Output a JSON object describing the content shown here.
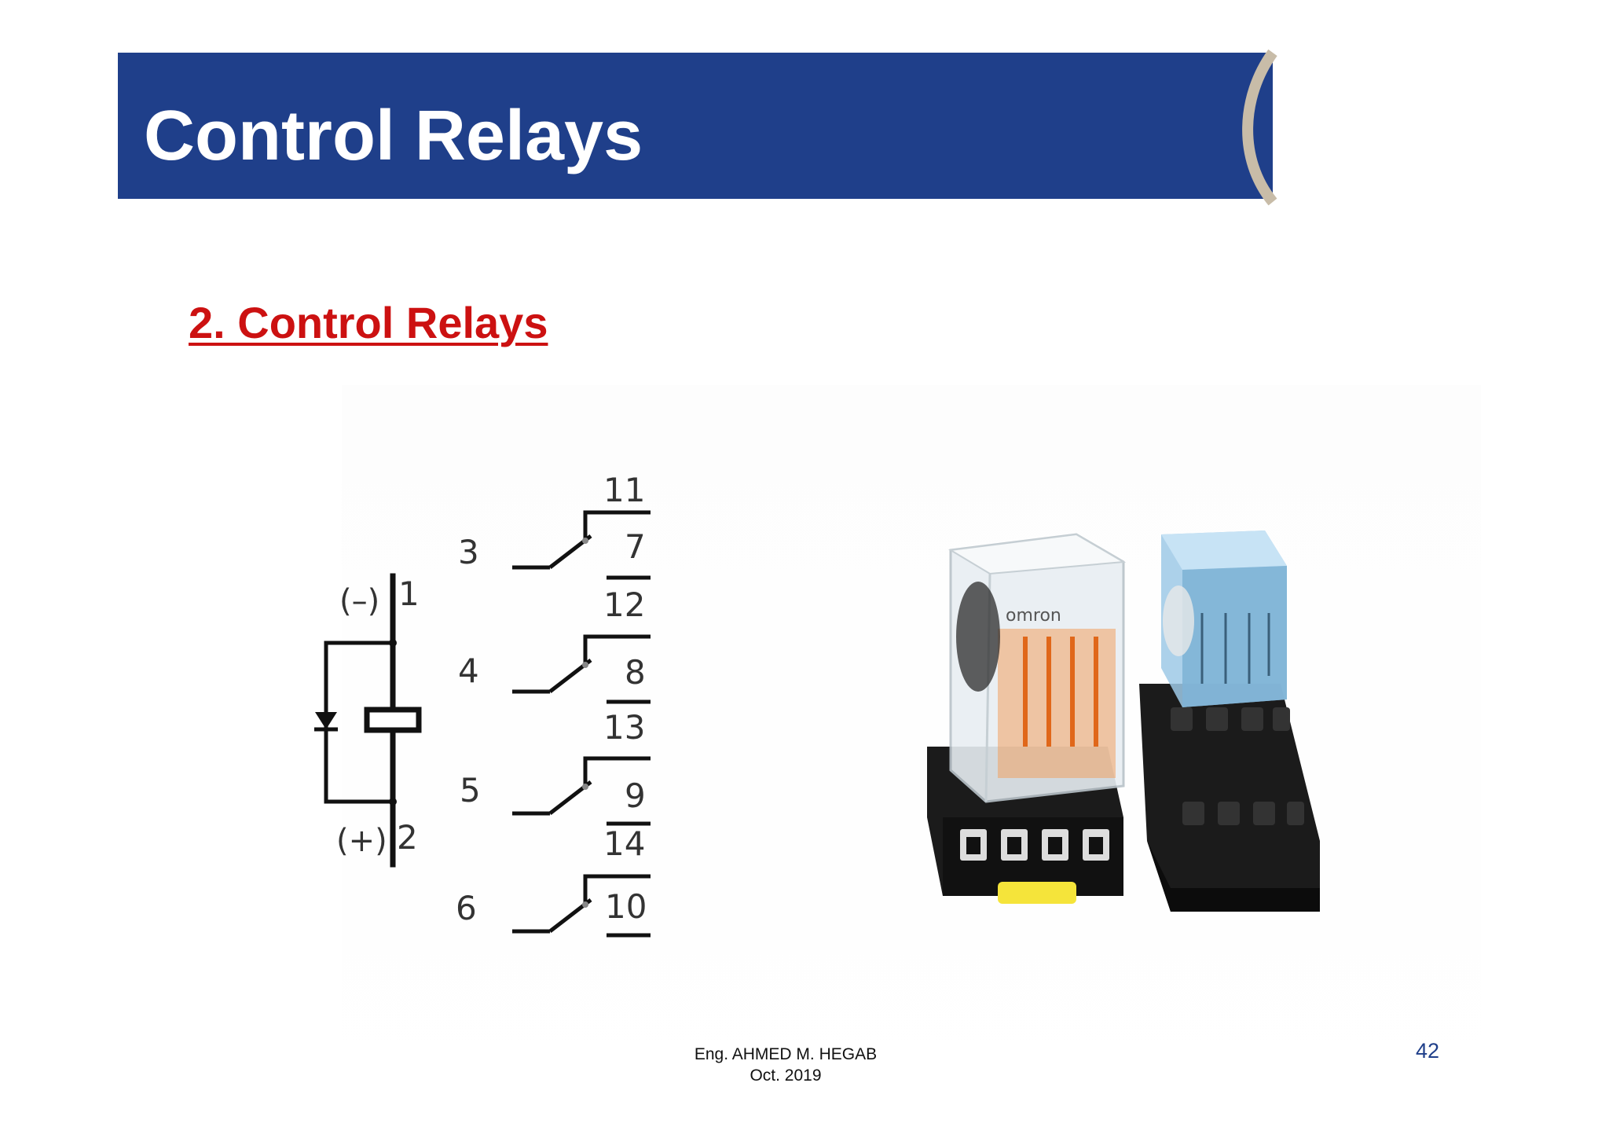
{
  "slide": {
    "title": "Control Relays",
    "heading": "2. Control Relays",
    "colors": {
      "title_bar": "#1f3f8a",
      "heading": "#cc1111",
      "accent_arc": "#c8bca8"
    }
  },
  "schematic": {
    "coil": {
      "terminal_top": "1",
      "terminal_bottom": "2",
      "polarity_top": "(–)",
      "polarity_bottom": "(+)"
    },
    "contacts": [
      {
        "common": "3",
        "nc": "11",
        "no": "7"
      },
      {
        "common": "4",
        "nc": "12",
        "no": "8"
      },
      {
        "common": "5",
        "nc": "13",
        "no": "9"
      },
      {
        "common": "6",
        "nc": "14",
        "no": "10"
      }
    ]
  },
  "photo": {
    "relay_brand": "omron"
  },
  "footer": {
    "author": "Eng. AHMED M. HEGAB",
    "date": "Oct.  2019",
    "page_number": "42"
  }
}
